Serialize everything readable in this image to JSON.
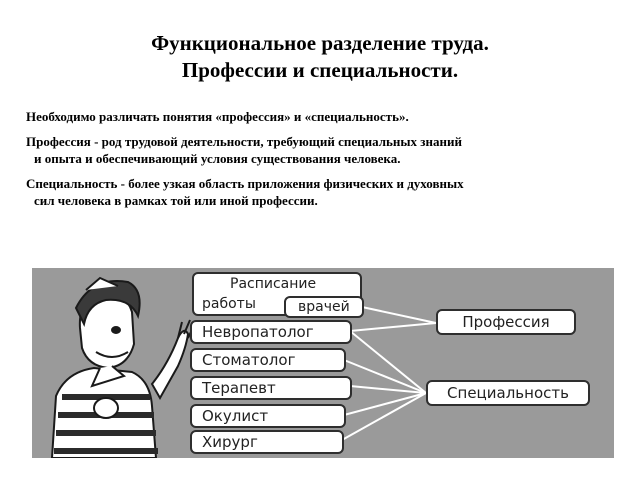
{
  "slide": {
    "title_line1": "Функциональное разделение труда.",
    "title_line2": "Профессии и специальности.",
    "paragraphs": [
      {
        "text": "Необходимо различать понятия «профессия» и «специальность»."
      },
      {
        "text": "Профессия - род трудовой деятельности, требующий специальных знаний",
        "continuation": "и опыта и обеспечивающий условия существования человека."
      },
      {
        "text": "Специальность - более узкая область приложения физических и духовных",
        "continuation": "сил человека в рамках той или иной профессии."
      }
    ]
  },
  "diagram": {
    "schedule_line1": "Расписание",
    "schedule_line2": "работы",
    "doctors": "врачей",
    "specialties": [
      "Невропатолог",
      "Стоматолог",
      "Терапевт",
      "Окулист",
      "Хирург"
    ],
    "profession_label": "Профессия",
    "specialty_label": "Специальность"
  }
}
